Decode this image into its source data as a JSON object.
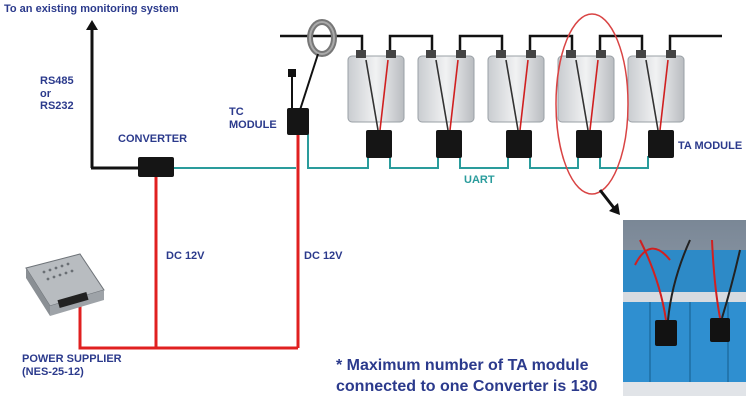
{
  "labels": {
    "monitoring": "To an existing monitoring system",
    "protocol_1": "RS485",
    "protocol_or": "or",
    "protocol_2": "RS232",
    "converter": "CONVERTER",
    "tc_module_1": "TC",
    "tc_module_2": "MODULE",
    "ta_module": "TA MODULE",
    "uart": "UART",
    "dc_left": "DC 12V",
    "dc_right": "DC 12V",
    "power_supplier_1": "POWER SUPPLIER",
    "power_supplier_2": "(NES-25-12)"
  },
  "note": {
    "line1": "* Maximum number of TA module",
    "line2": "connected to one Converter is 130"
  },
  "colors": {
    "label_text": "#2b3a8c",
    "dc_wire": "#e02020",
    "uart_wire": "#2a9c9c",
    "bus_wire": "#111111",
    "highlight": "#d94444"
  }
}
